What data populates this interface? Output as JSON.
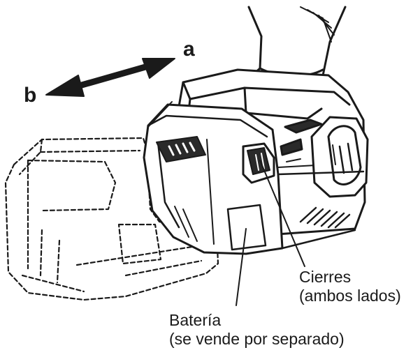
{
  "arrow": {
    "end_a": "a",
    "end_b": "b"
  },
  "callouts": {
    "latches": {
      "line1": "Cierres",
      "line2": "(ambos lados)"
    },
    "battery": {
      "line1": "Batería",
      "line2": "(se vende por separado)"
    }
  },
  "colors": {
    "ink": "#1a1a1a",
    "body_fill": "#ffffff",
    "dark_fill": "#2a2a2a"
  }
}
